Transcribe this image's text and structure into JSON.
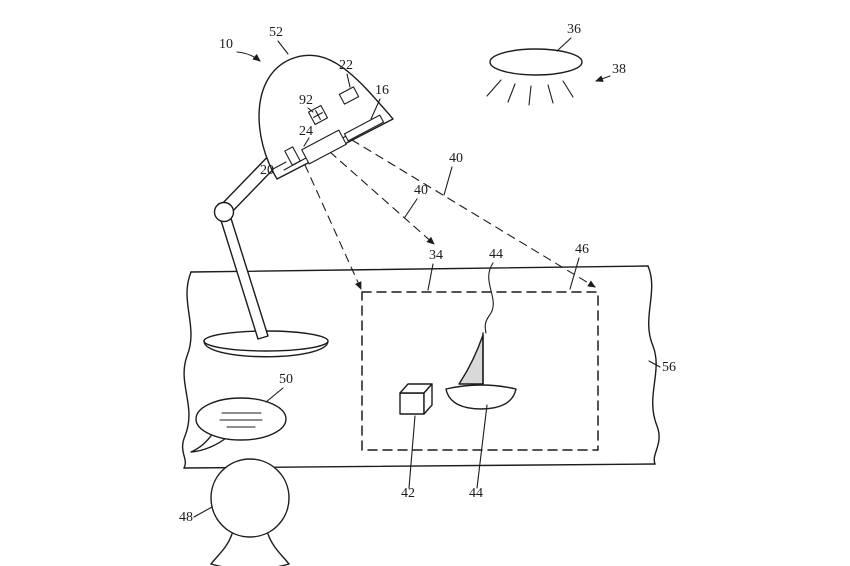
{
  "figure": {
    "type": "patent-line-drawing",
    "background": "#ffffff",
    "line_color": "#1c1c1c",
    "sail_fill": "#d9d9d9"
  },
  "labels": {
    "r10": "10",
    "r52": "52",
    "r22": "22",
    "r92": "92",
    "r16": "16",
    "r24": "24",
    "r20": "20",
    "r36": "36",
    "r38": "38",
    "r40a": "40",
    "r40b": "40",
    "r34": "34",
    "r44a": "44",
    "r46": "46",
    "r56": "56",
    "r50": "50",
    "r42": "42",
    "r44b": "44",
    "r48": "48"
  }
}
